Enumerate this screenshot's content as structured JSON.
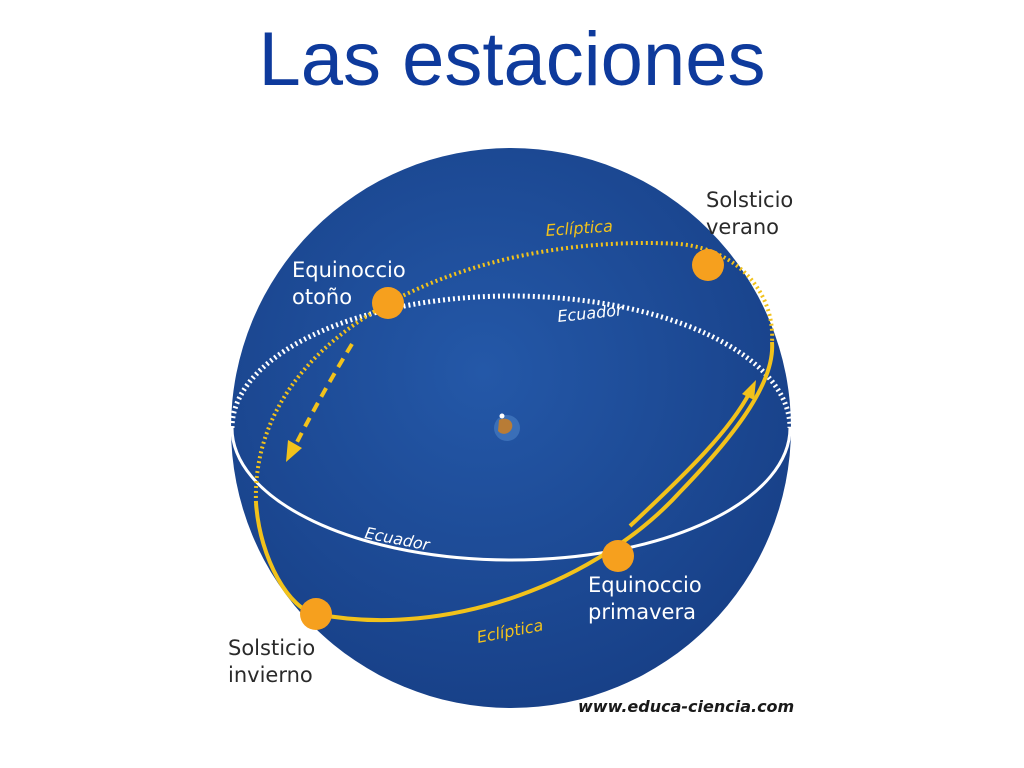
{
  "slide": {
    "title": "Las estaciones"
  },
  "diagram": {
    "labels": {
      "solstice_summer_line1": "Solsticio",
      "solstice_summer_line2": "verano",
      "equinox_autumn_line1": "Equinoccio",
      "equinox_autumn_line2": "otoño",
      "equinox_spring_line1": "Equinoccio",
      "equinox_spring_line2": "primavera",
      "solstice_winter_line1": "Solsticio",
      "solstice_winter_line2": "invierno",
      "ecliptic_top": "Eclíptica",
      "ecliptic_bottom": "Eclíptica",
      "equator_top": "Ecuador",
      "equator_bottom": "Ecuador"
    },
    "credit": "www.educa-ciencia.com",
    "colors": {
      "sphere": "#1c4e9c",
      "ecliptic": "#f2c21b",
      "equator": "#ffffff",
      "sun_marker": "#f6a01e",
      "title": "#0e3a9c"
    }
  }
}
